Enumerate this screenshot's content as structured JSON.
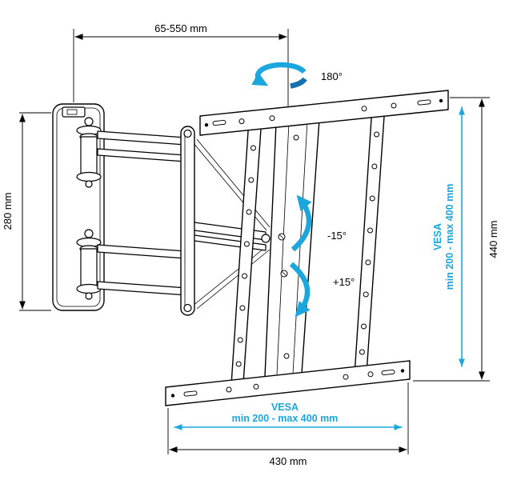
{
  "colors": {
    "line": "#000000",
    "accent": "#1BA7DD",
    "accent_dark": "#1470B0",
    "background": "#FFFFFF"
  },
  "annotations": {
    "extension_range": "65-550 mm",
    "swivel_angle": "180°",
    "wall_plate_height": "280 mm",
    "tilt_up": "-15°",
    "tilt_down": "+15°",
    "overall_height": "440 mm",
    "overall_width": "430 mm",
    "vesa_vertical": {
      "title": "VESA",
      "range": "min 200 - max 400 mm"
    },
    "vesa_horizontal": {
      "title": "VESA",
      "range": "min 200 - max 400 mm"
    }
  }
}
